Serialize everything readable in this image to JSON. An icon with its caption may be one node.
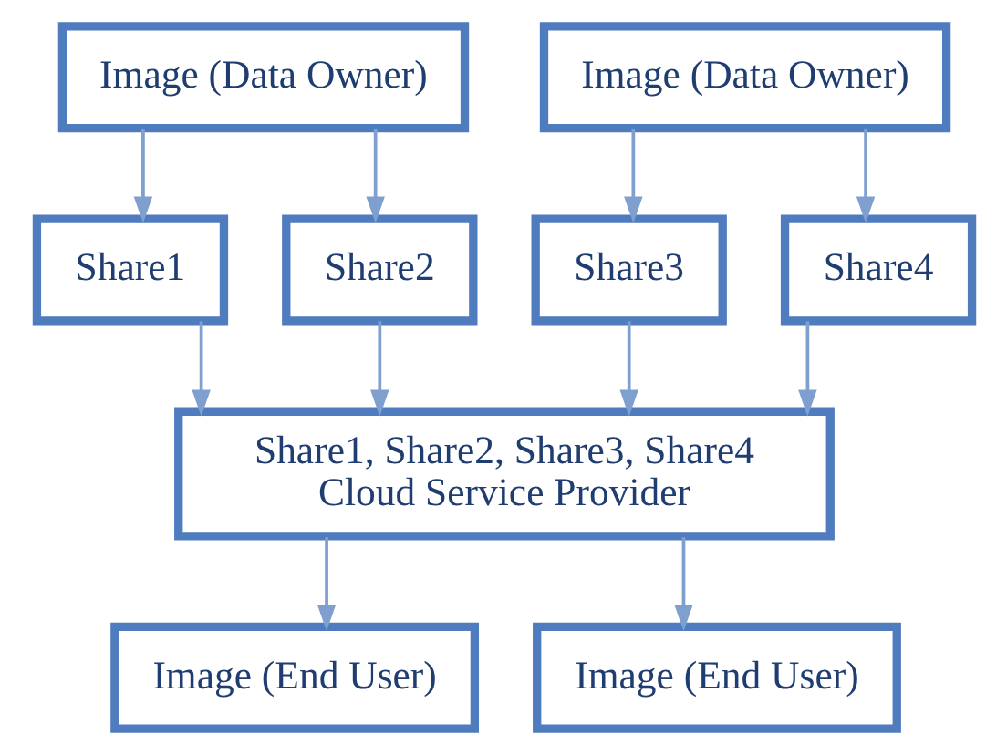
{
  "diagram": {
    "nodes": [
      {
        "text": [
          "Image (Data Owner)"
        ]
      },
      {
        "text": [
          "Image (Data Owner)"
        ]
      },
      {
        "text": [
          "Share1"
        ]
      },
      {
        "text": [
          "Share2"
        ]
      },
      {
        "text": [
          "Share3"
        ]
      },
      {
        "text": [
          "Share4"
        ]
      },
      {
        "text": [
          "Share1, Share2, Share3, Share4",
          "Cloud Service Provider"
        ]
      },
      {
        "text": [
          "Image (End User)"
        ]
      },
      {
        "text": [
          "Image (End User)"
        ]
      }
    ],
    "edges": [
      {
        "from": 0,
        "to": 2,
        "arrow": "to"
      },
      {
        "from": 0,
        "to": 3,
        "arrow": "to"
      },
      {
        "from": 1,
        "to": 4,
        "arrow": "to"
      },
      {
        "from": 1,
        "to": 5,
        "arrow": "to"
      },
      {
        "from": 2,
        "to": 6,
        "arrow": "to"
      },
      {
        "from": 3,
        "to": 6,
        "arrow": "to"
      },
      {
        "from": 4,
        "to": 6,
        "arrow": "to"
      },
      {
        "from": 5,
        "to": 6,
        "arrow": "to"
      },
      {
        "from": 6,
        "to": 7,
        "arrow": "to"
      },
      {
        "from": 6,
        "to": 8,
        "arrow": "to"
      }
    ]
  }
}
